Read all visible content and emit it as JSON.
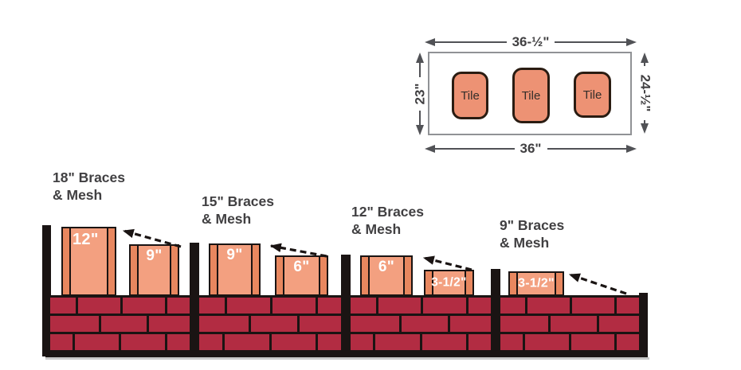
{
  "top_diagram": {
    "dim_top": "36-½\"",
    "dim_bottom": "36\"",
    "dim_left": "23\"",
    "dim_right": "24-½\"",
    "tiles": [
      {
        "label": "Tile"
      },
      {
        "label": "Tile"
      },
      {
        "label": "Tile"
      }
    ]
  },
  "sections": [
    {
      "title_line1": "18\" Braces",
      "title_line2": "& Mesh",
      "boxes": [
        {
          "label": "12\""
        },
        {
          "label": "9\""
        }
      ]
    },
    {
      "title_line1": "15\" Braces",
      "title_line2": "& Mesh",
      "boxes": [
        {
          "label": "9\""
        },
        {
          "label": "6\""
        }
      ]
    },
    {
      "title_line1": "12\" Braces",
      "title_line2": "& Mesh",
      "boxes": [
        {
          "label": "6\""
        },
        {
          "label": "3-1/2\""
        }
      ]
    },
    {
      "title_line1": "9\" Braces",
      "title_line2": "& Mesh",
      "boxes": [
        {
          "label": "3-1/2\""
        }
      ]
    }
  ],
  "colors": {
    "ink": "#1a1413",
    "brick": "#b22c42",
    "box_fill": "#f3a080",
    "box_brace": "#e8875f",
    "tile_fill": "#ed9274",
    "dim_line": "#515256",
    "label_text": "#414042"
  }
}
